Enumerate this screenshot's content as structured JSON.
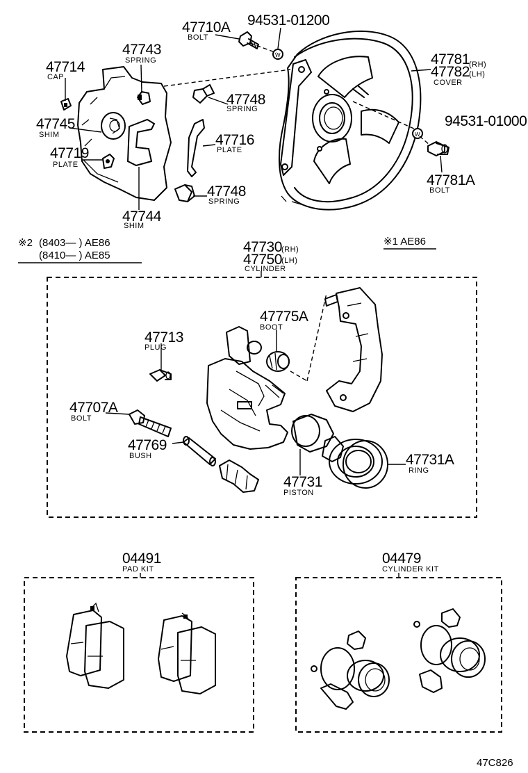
{
  "diagram": {
    "drawing_code": "47C826",
    "notes": {
      "note2_mark": "※2",
      "note2_line1": "(8403—      ) AE86",
      "note2_line2": "(8410—      ) AE85",
      "note1": "※1 AE86"
    },
    "parts": {
      "p47710A": {
        "number": "47710A",
        "name": "BOLT"
      },
      "p94531_01200": {
        "number": "94531-01200",
        "name": ""
      },
      "p47743": {
        "number": "47743",
        "name": "SPRING"
      },
      "p47714": {
        "number": "47714",
        "name": "CAP"
      },
      "p47748a": {
        "number": "47748",
        "name": "SPRING"
      },
      "p47781": {
        "number": "47781",
        "name": "COVER",
        "rh_suffix": "(RH)"
      },
      "p47782": {
        "number": "47782",
        "lh_suffix": "(LH)"
      },
      "p47745": {
        "number": "47745",
        "name": "SHIM"
      },
      "p94531_01000": {
        "number": "94531-01000",
        "name": ""
      },
      "p47716": {
        "number": "47716",
        "name": "PLATE"
      },
      "p47719": {
        "number": "47719",
        "name": "PLATE"
      },
      "p47781A": {
        "number": "47781A",
        "name": "BOLT"
      },
      "p47748b": {
        "number": "47748",
        "name": "SPRING"
      },
      "p47744": {
        "number": "47744",
        "name": "SHIM"
      },
      "p47730": {
        "number": "47730",
        "name": "CYLINDER",
        "rh_suffix": "(RH)"
      },
      "p47750": {
        "number": "47750",
        "lh_suffix": "(LH)"
      },
      "p47775A": {
        "number": "47775A",
        "name": "BOOT"
      },
      "p47713": {
        "number": "47713",
        "name": "PLUG"
      },
      "p47707A": {
        "number": "47707A",
        "name": "BOLT"
      },
      "p47769": {
        "number": "47769",
        "name": "BUSH"
      },
      "p47731A": {
        "number": "47731A",
        "name": "RING"
      },
      "p47731": {
        "number": "47731",
        "name": "PISTON"
      },
      "p04491": {
        "number": "04491",
        "name": "PAD KIT"
      },
      "p04479": {
        "number": "04479",
        "name": "CYLINDER KIT"
      }
    }
  }
}
